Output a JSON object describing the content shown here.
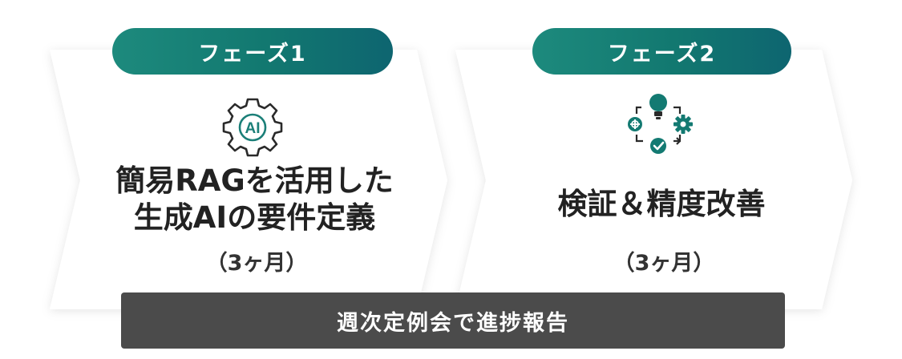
{
  "phases": [
    {
      "label": "フェーズ1",
      "icon": "ai-gear-icon",
      "title_lines": [
        "簡易RAGを活用した",
        "生成AIの要件定義"
      ],
      "duration": "（3ヶ月）"
    },
    {
      "label": "フェーズ2",
      "icon": "idea-cycle-icon",
      "title": "検証＆精度改善",
      "duration": "（3ヶ月）"
    }
  ],
  "bottom_bar": {
    "label": "週次定例会で進捗報告"
  },
  "colors": {
    "teal": "#137a72",
    "teal_light": "#1d8a7d",
    "dark_bar": "#4b4b4b",
    "arrow_fill": "#ffffff"
  }
}
